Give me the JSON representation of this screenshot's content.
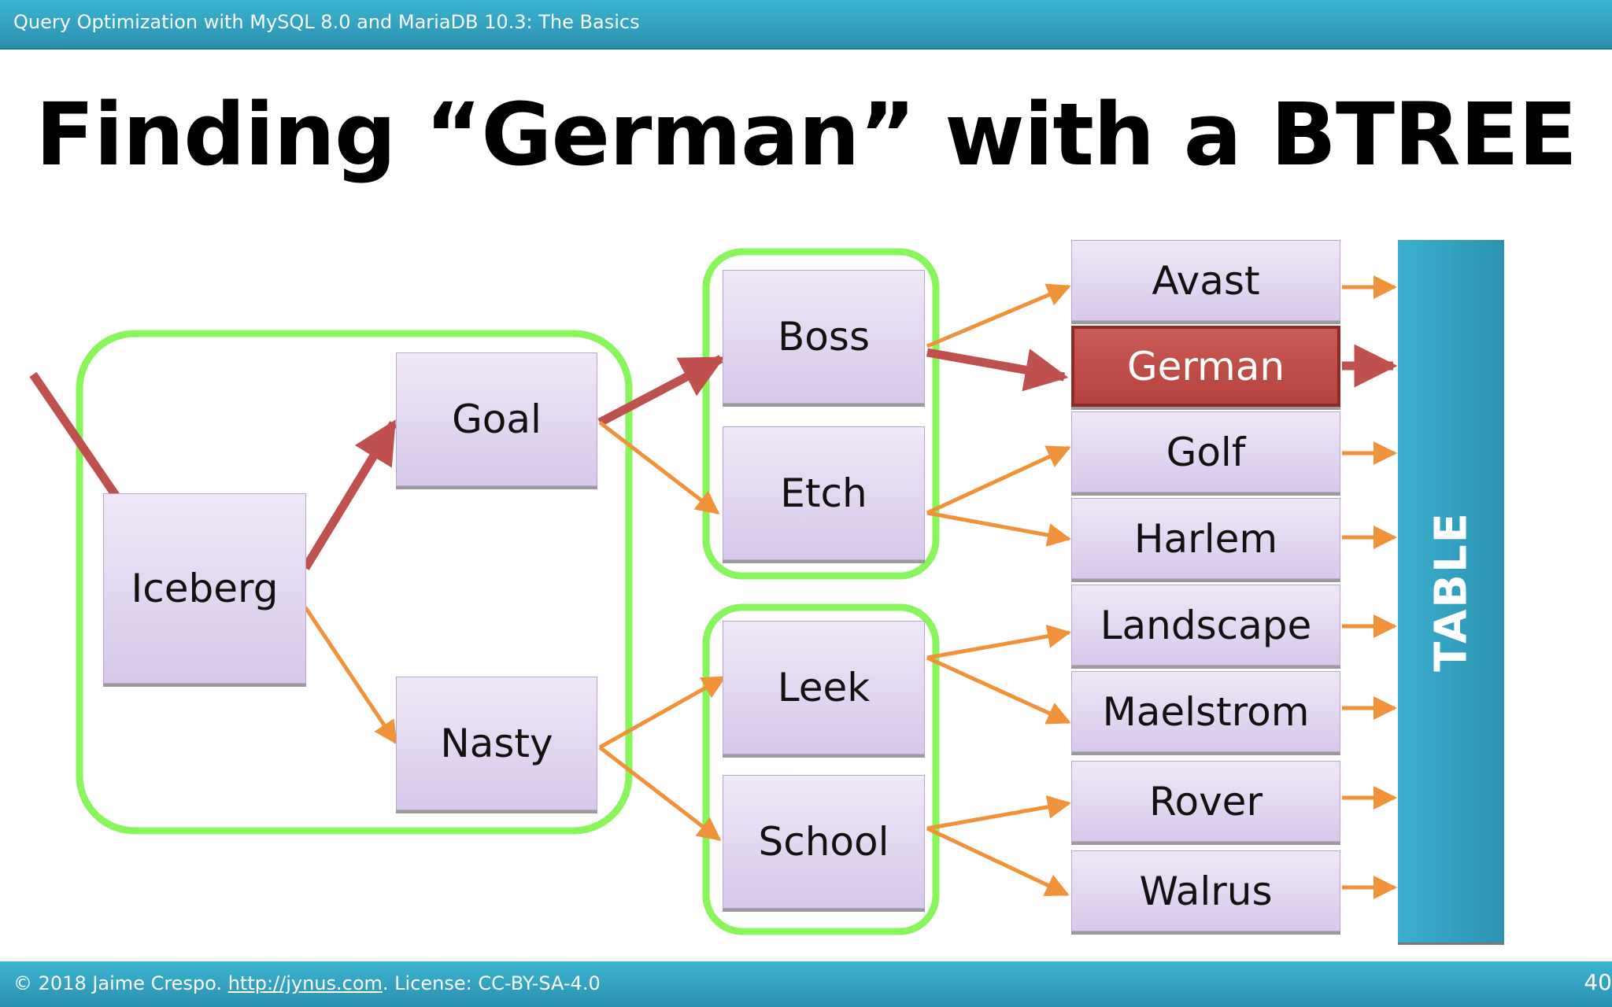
{
  "header": {
    "title": "Query Optimization with MySQL 8.0 and MariaDB 10.3: The Basics"
  },
  "slide": {
    "title": "Finding “German” with a BTREE"
  },
  "diagram": {
    "root": "Iceberg",
    "level2": [
      "Goal",
      "Nasty"
    ],
    "level3": [
      "Boss",
      "Etch",
      "Leek",
      "School"
    ],
    "leaves": [
      "Avast",
      "German",
      "Golf",
      "Harlem",
      "Landscape",
      "Maelstrom",
      "Rover",
      "Walrus"
    ],
    "target": "German",
    "table_label": "TABLE",
    "colors": {
      "group_outline": "#88f55a",
      "search_path": "#c0504d",
      "other_edges": "#f0923a",
      "table": "#2fa2c2",
      "node_fill": "#e4d9f2"
    }
  },
  "footer": {
    "copyright": "© 2018 Jaime Crespo.",
    "link": "http://jynus.com",
    "license": ". License: CC-BY-SA-4.0",
    "page": "40"
  }
}
